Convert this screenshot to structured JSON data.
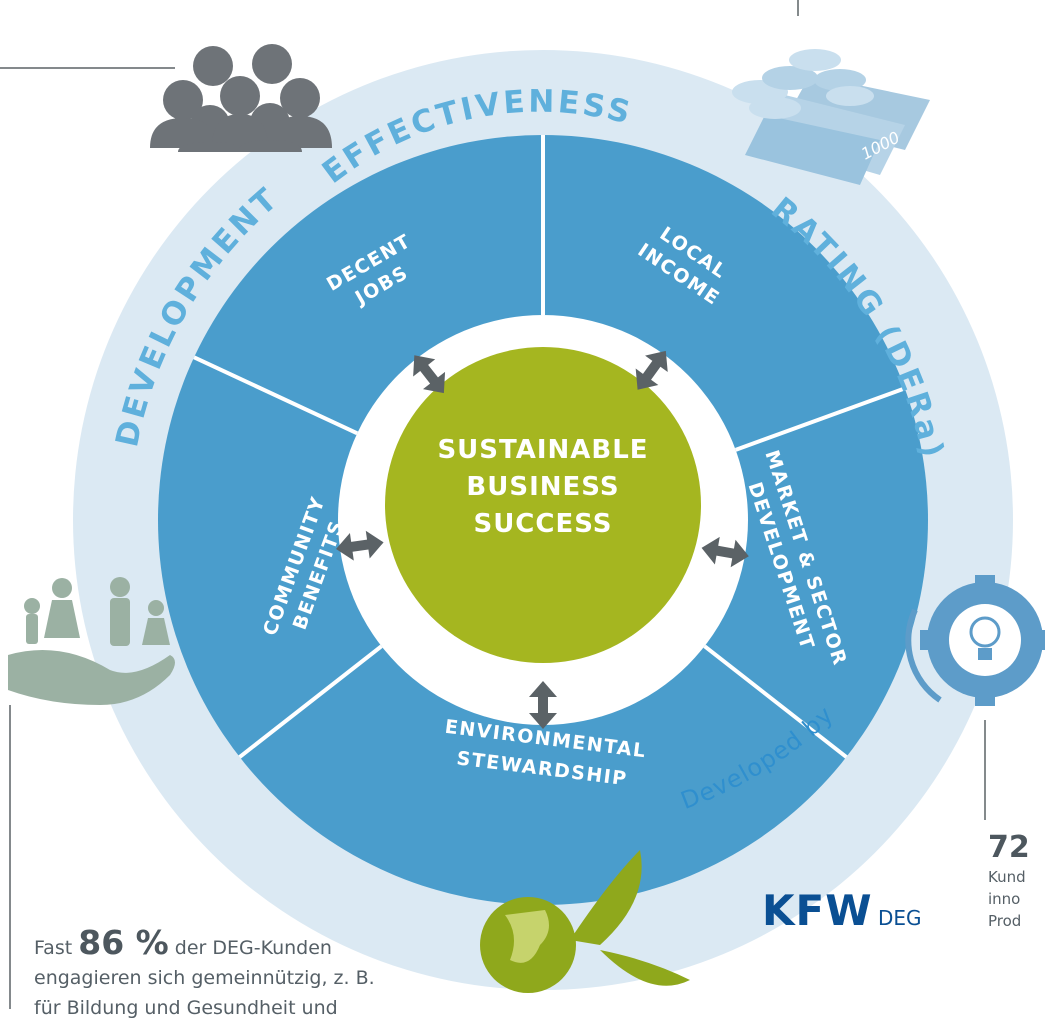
{
  "ring": {
    "effectiveness": "EFFECTIVENESS",
    "rating": "RATING (DERa)",
    "development": "DEVELOPMENT"
  },
  "segments": [
    {
      "line1": "DECENT",
      "line2": "JOBS"
    },
    {
      "line1": "LOCAL",
      "line2": "INCOME"
    },
    {
      "line1": "MARKET & SECTOR",
      "line2": "DEVELOPMENT"
    },
    {
      "line1": "ENVIRONMENTAL",
      "line2": "STEWARDSHIP"
    },
    {
      "line1": "COMMUNITY",
      "line2": "BENEFITS"
    }
  ],
  "center": {
    "line1": "SUSTAINABLE",
    "line2": "BUSINESS",
    "line3": "SUCCESS"
  },
  "developed_by": "Developed by",
  "logo": {
    "brand": "KFW",
    "suffix": "DEG"
  },
  "stat_left": {
    "prefix": "Fast",
    "value": "86 %",
    "suffix": "der DEG-Kunden",
    "line2": "engagieren sich gemeinnützig, z. B.",
    "line3": "für Bildung und Gesundheit und"
  },
  "stat_right": {
    "value": "72",
    "line1": "Kund",
    "line2": "inno",
    "line3": "Prod"
  },
  "colors": {
    "ring_outer": "#dbe9f3",
    "segment": "#4a9dcc",
    "center": "#a5b620",
    "arrow": "#5b6266",
    "icon_gray": "#6e7378",
    "icon_blue": "#9ac3de",
    "icon_green": "#8fa81c",
    "icon_sage": "#9bb1a3"
  },
  "icons": [
    "people-group-icon",
    "coins-banknotes-icon",
    "family-hand-icon",
    "gear-bulb-icon",
    "globe-leaf-icon"
  ]
}
